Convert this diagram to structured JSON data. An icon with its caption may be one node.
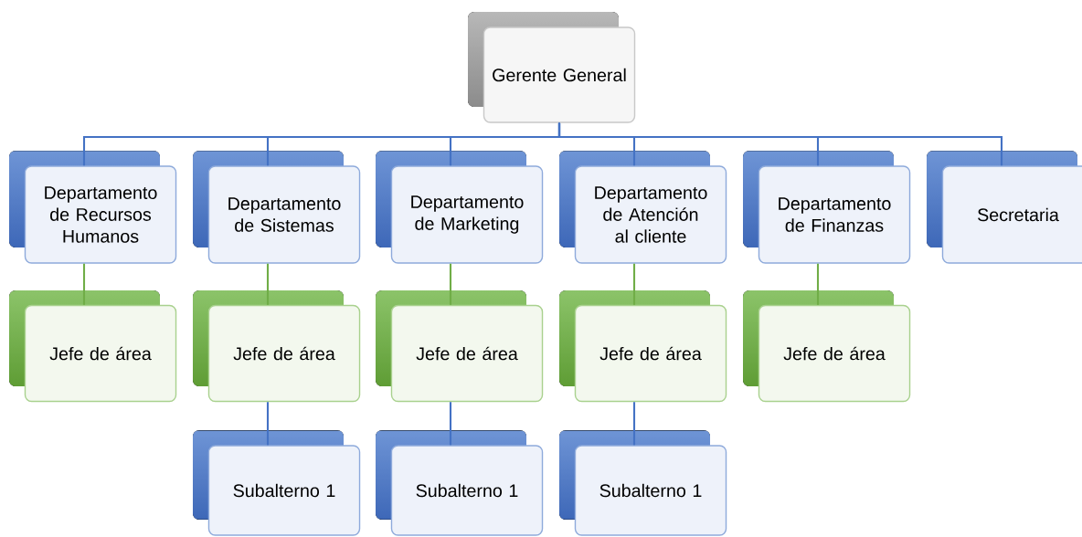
{
  "diagram": {
    "nodes": [
      {
        "text": [
          "Gerente General"
        ]
      },
      {
        "text": [
          "Departamento de Recursos Humanos"
        ]
      },
      {
        "text": [
          "Departamento de Sistemas"
        ]
      },
      {
        "text": [
          "Departamento de Marketing"
        ]
      },
      {
        "text": [
          "Departamento de Atención al cliente"
        ]
      },
      {
        "text": [
          "Departamento de Finanzas"
        ]
      },
      {
        "text": [
          "Secretaria"
        ]
      },
      {
        "text": [
          "Jefe de área"
        ]
      },
      {
        "text": [
          "Jefe de área"
        ]
      },
      {
        "text": [
          "Jefe de área"
        ]
      },
      {
        "text": [
          "Jefe de área"
        ]
      },
      {
        "text": [
          "Jefe de área"
        ]
      },
      {
        "text": [
          "Subalterno 1"
        ]
      },
      {
        "text": [
          "Subalterno 1"
        ]
      },
      {
        "text": [
          "Subalterno 1"
        ]
      }
    ],
    "edges": [
      {
        "from": 0,
        "to": 1,
        "arrow": "none"
      },
      {
        "from": 0,
        "to": 2,
        "arrow": "none"
      },
      {
        "from": 0,
        "to": 3,
        "arrow": "none"
      },
      {
        "from": 0,
        "to": 4,
        "arrow": "none"
      },
      {
        "from": 0,
        "to": 5,
        "arrow": "none"
      },
      {
        "from": 0,
        "to": 6,
        "arrow": "none"
      },
      {
        "from": 1,
        "to": 7,
        "arrow": "none",
        "color": "#70ad47"
      },
      {
        "from": 2,
        "to": 8,
        "arrow": "none",
        "color": "#70ad47"
      },
      {
        "from": 3,
        "to": 9,
        "arrow": "none",
        "color": "#70ad47"
      },
      {
        "from": 4,
        "to": 10,
        "arrow": "none",
        "color": "#70ad47"
      },
      {
        "from": 5,
        "to": 11,
        "arrow": "none",
        "color": "#70ad47"
      },
      {
        "from": 8,
        "to": 12,
        "arrow": "none"
      },
      {
        "from": 9,
        "to": 13,
        "arrow": "none"
      },
      {
        "from": 10,
        "to": 14,
        "arrow": "none"
      }
    ]
  }
}
